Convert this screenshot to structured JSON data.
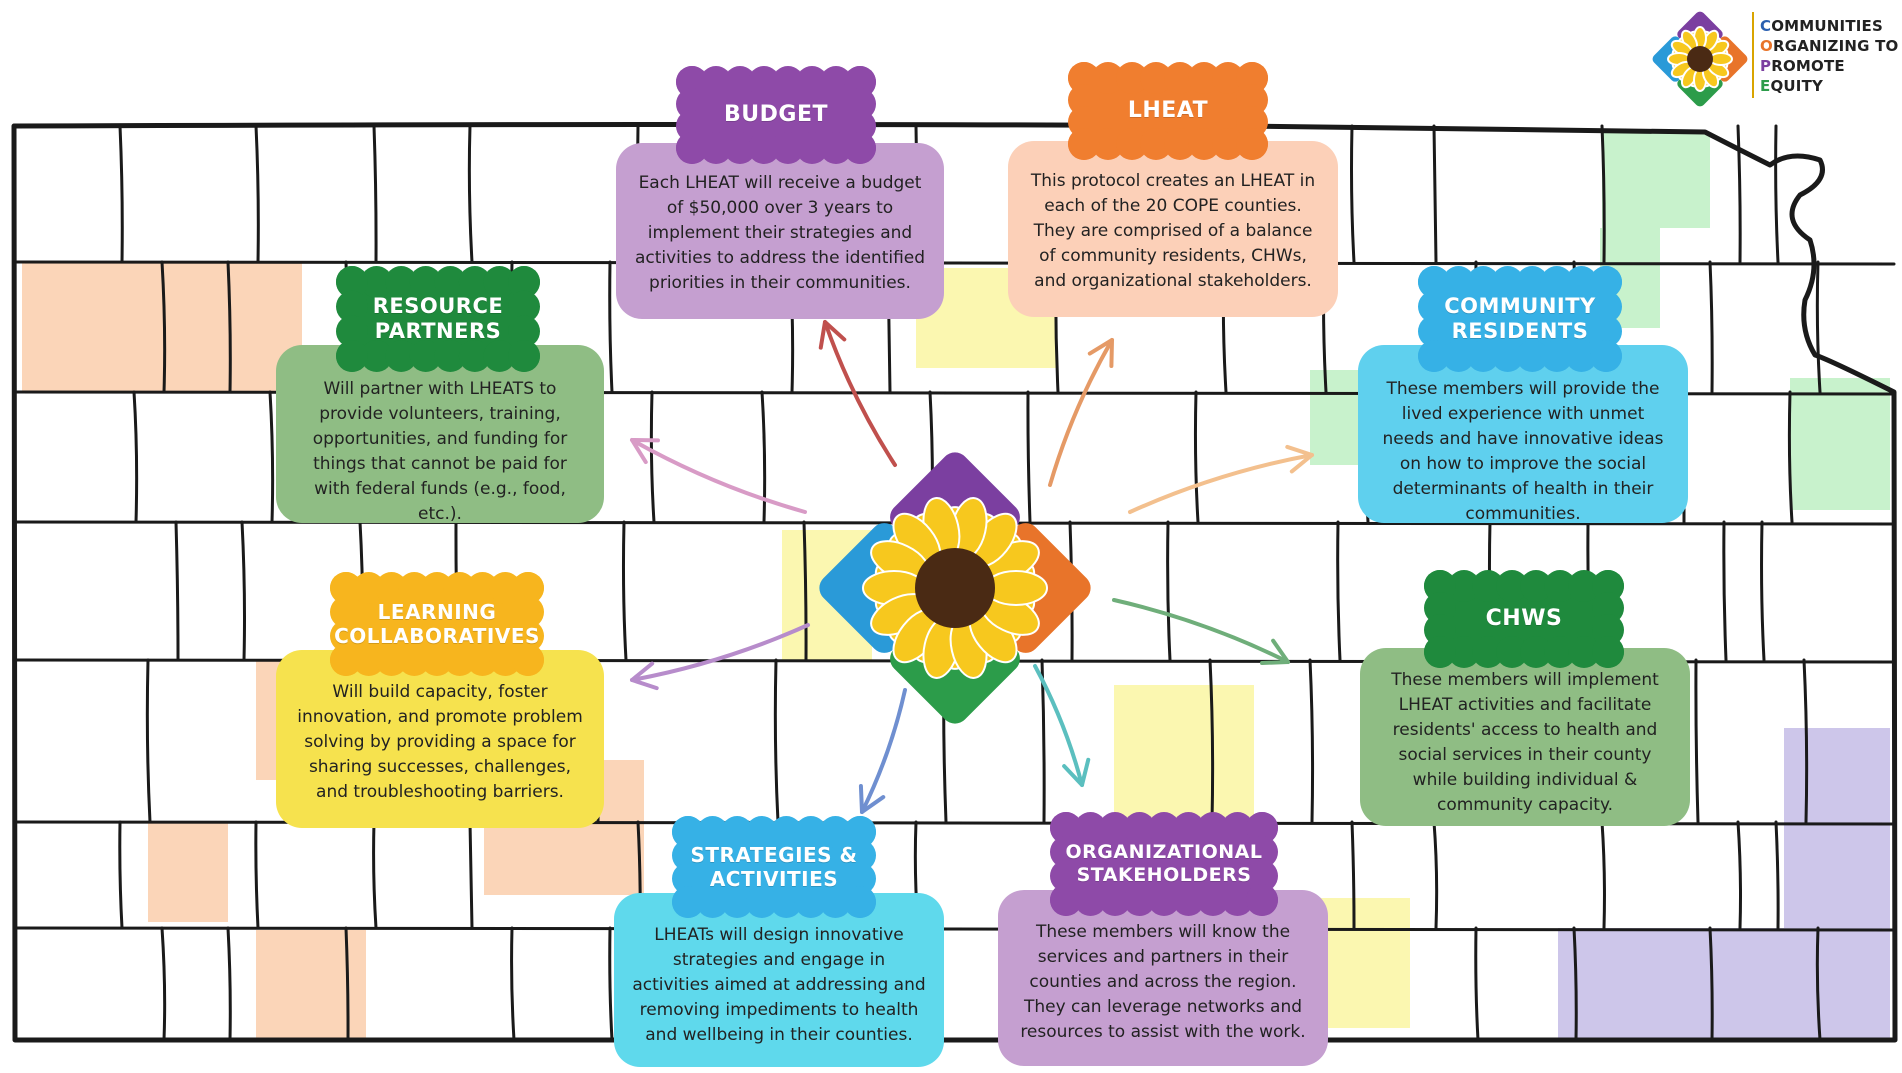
{
  "logo": {
    "lines": [
      {
        "first": "C",
        "rest": "OMMUNITIES",
        "color": "#2a5fb0"
      },
      {
        "first": "O",
        "rest": "RGANIZING TO",
        "color": "#e8742a"
      },
      {
        "first": "P",
        "rest": "ROMOTE",
        "color": "#7b3fa0"
      },
      {
        "first": "E",
        "rest": "QUITY",
        "color": "#2c9c4a"
      }
    ]
  },
  "nodes": {
    "budget": {
      "title": "BUDGET",
      "text": "Each LHEAT will receive a budget of $50,000 over 3 years to implement their strategies and activities to address the identified priorities in their communities.",
      "badge_color": "#8e4aa8",
      "card_color": "#c59fd0"
    },
    "lheat": {
      "title": "LHEAT",
      "text": "This protocol creates an LHEAT in each of the 20 COPE counties. They are comprised of a balance of community residents, CHWs, and organizational stakeholders.",
      "badge_color": "#f07e2f",
      "card_color": "#fcd0b8"
    },
    "resource_partners": {
      "title": "RESOURCE\nPARTNERS",
      "text": "Will partner with LHEATS to provide volunteers, training, opportunities, and funding for things that cannot be paid for with federal funds (e.g., food, etc.).",
      "badge_color": "#1f8a3d",
      "card_color": "#8fbd84"
    },
    "community_residents": {
      "title": "COMMUNITY\nRESIDENTS",
      "text": "These members will provide the lived experience with unmet needs and have innovative ideas on how to improve the social determinants of health in their communities.",
      "badge_color": "#36b1e6",
      "card_color": "#5fd0ee"
    },
    "learning_collaboratives": {
      "title": "LEARNING\nCOLLABORATIVES",
      "text": "Will build capacity, foster innovation, and promote problem solving by providing a space for sharing successes, challenges, and troubleshooting barriers.",
      "badge_color": "#f7b51e",
      "card_color": "#f6e24e"
    },
    "chws": {
      "title": "CHWS",
      "text": "These members will implement LHEAT activities and facilitate residents' access to health and social services in their county while building individual & community capacity.",
      "badge_color": "#1f8a3d",
      "card_color": "#8fbd84"
    },
    "strategies_activities": {
      "title": "STRATEGIES &\nACTIVITIES",
      "text": "LHEATs will design innovative strategies and engage in activities aimed at addressing and removing impediments to health and wellbeing in their counties.",
      "badge_color": "#36b1e6",
      "card_color": "#5fd9ec"
    },
    "organizational_stakeholders": {
      "title": "ORGANIZATIONAL\nSTAKEHOLDERS",
      "text": "These members will know the services and partners in their counties and across the region. They can leverage networks and resources to assist with the work.",
      "badge_color": "#8e4aa8",
      "card_color": "#c59fd0"
    }
  },
  "colors": {
    "map_outline": "#1a1a1a",
    "county_peach": "#fbd5b8",
    "county_green": "#c8f2cc",
    "county_yellow": "#fbf7b0",
    "county_lavender": "#cdc6ea",
    "sunflower_petal": "#f7c81e",
    "sunflower_center": "#4a2a14"
  },
  "icons": {
    "center": "sunflower-icon",
    "logo": "sunflower-logo-icon"
  }
}
